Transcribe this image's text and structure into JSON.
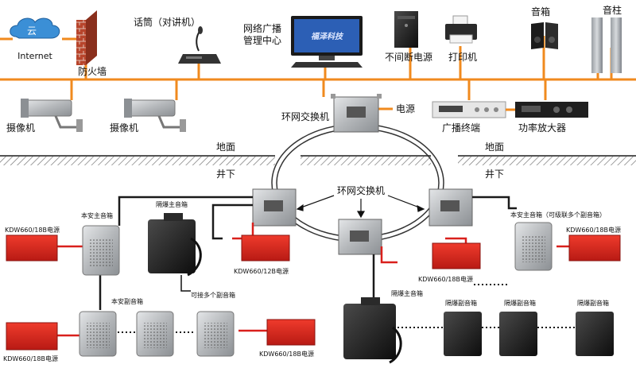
{
  "colors": {
    "backbone": "#f08a1e",
    "cable_black": "#1a1a1a",
    "cable_red": "#d9201c",
    "ground": "#777777",
    "box_gray": "#b9bcbf",
    "power_red": "#d8261f",
    "network_blue": "#2c5fb5"
  },
  "icons": {
    "cloud": "cloud-icon",
    "firewall": "brick-wall-icon",
    "microphone": "gooseneck-microphone-icon",
    "computer": "desktop-computer-icon",
    "ups": "tower-ups-icon",
    "printer": "printer-icon",
    "speaker": "speaker-icon",
    "column_speaker": "column-speaker-icon",
    "camera": "security-camera-icon",
    "switch": "explosion-proof-switch-icon"
  },
  "labels": {
    "internet": "Internet",
    "cloud": "云",
    "firewall": "防火墙",
    "microphone": "话筒（对讲机）",
    "center_line1": "网络广播",
    "center_line2": "管理中心",
    "ups": "不间断电源",
    "printer": "打印机",
    "speaker": "音箱",
    "column": "音柱",
    "camera1": "摄像机",
    "camera2": "摄像机",
    "ring_switch_top": "环网交换机",
    "power": "电源",
    "broadcast_terminal": "广播终端",
    "amplifier": "功率放大器",
    "ground_left": "地面",
    "ground_right": "地面",
    "underground_left": "井下",
    "underground_right": "井下",
    "ring_switch_mid": "环网交换机",
    "safe_main_left": "本安主音箱",
    "explosion_main_top": "隔爆主音箱",
    "safe_main_right": "本安主音箱（可级联多个副音箱）",
    "kdw_top_left": "KDW660/18B电源",
    "kdw_top_right": "KDW660/18B电源",
    "kdw_12b": "KDW660/12B电源",
    "kdw_18b_mid": "KDW660/18B电源",
    "multi_sub": "可接多个副音箱",
    "safe_sub": "本安副音箱",
    "kdw_bottom_left": "KDW660/18B电源",
    "kdw_bottom_right": "KDW660/18B电源",
    "explosion_main_bottom": "隔爆主音箱",
    "explosion_sub_1": "隔爆副音箱",
    "explosion_sub_2": "隔爆副音箱",
    "explosion_sub_3": "隔爆副音箱",
    "monitor_logo": "福泽科技"
  }
}
